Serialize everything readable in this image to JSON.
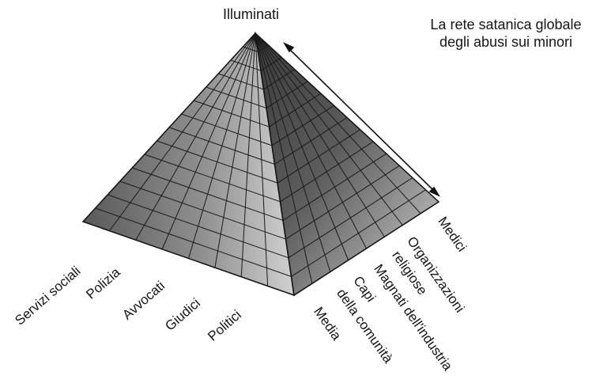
{
  "diagram": {
    "apex_label": "Illuminati",
    "title_lines": [
      "La rete satanica globale",
      "degli abusi sui minori"
    ],
    "left_face_labels": [
      "Servizi sociali",
      "Polizia",
      "Avvocati",
      "Giudici",
      "Politici"
    ],
    "right_face_labels": [
      "Media",
      "della comunità",
      "Capi",
      "Magnati dell'industria",
      "religiose",
      "Organizzazioni",
      "Medici"
    ]
  }
}
